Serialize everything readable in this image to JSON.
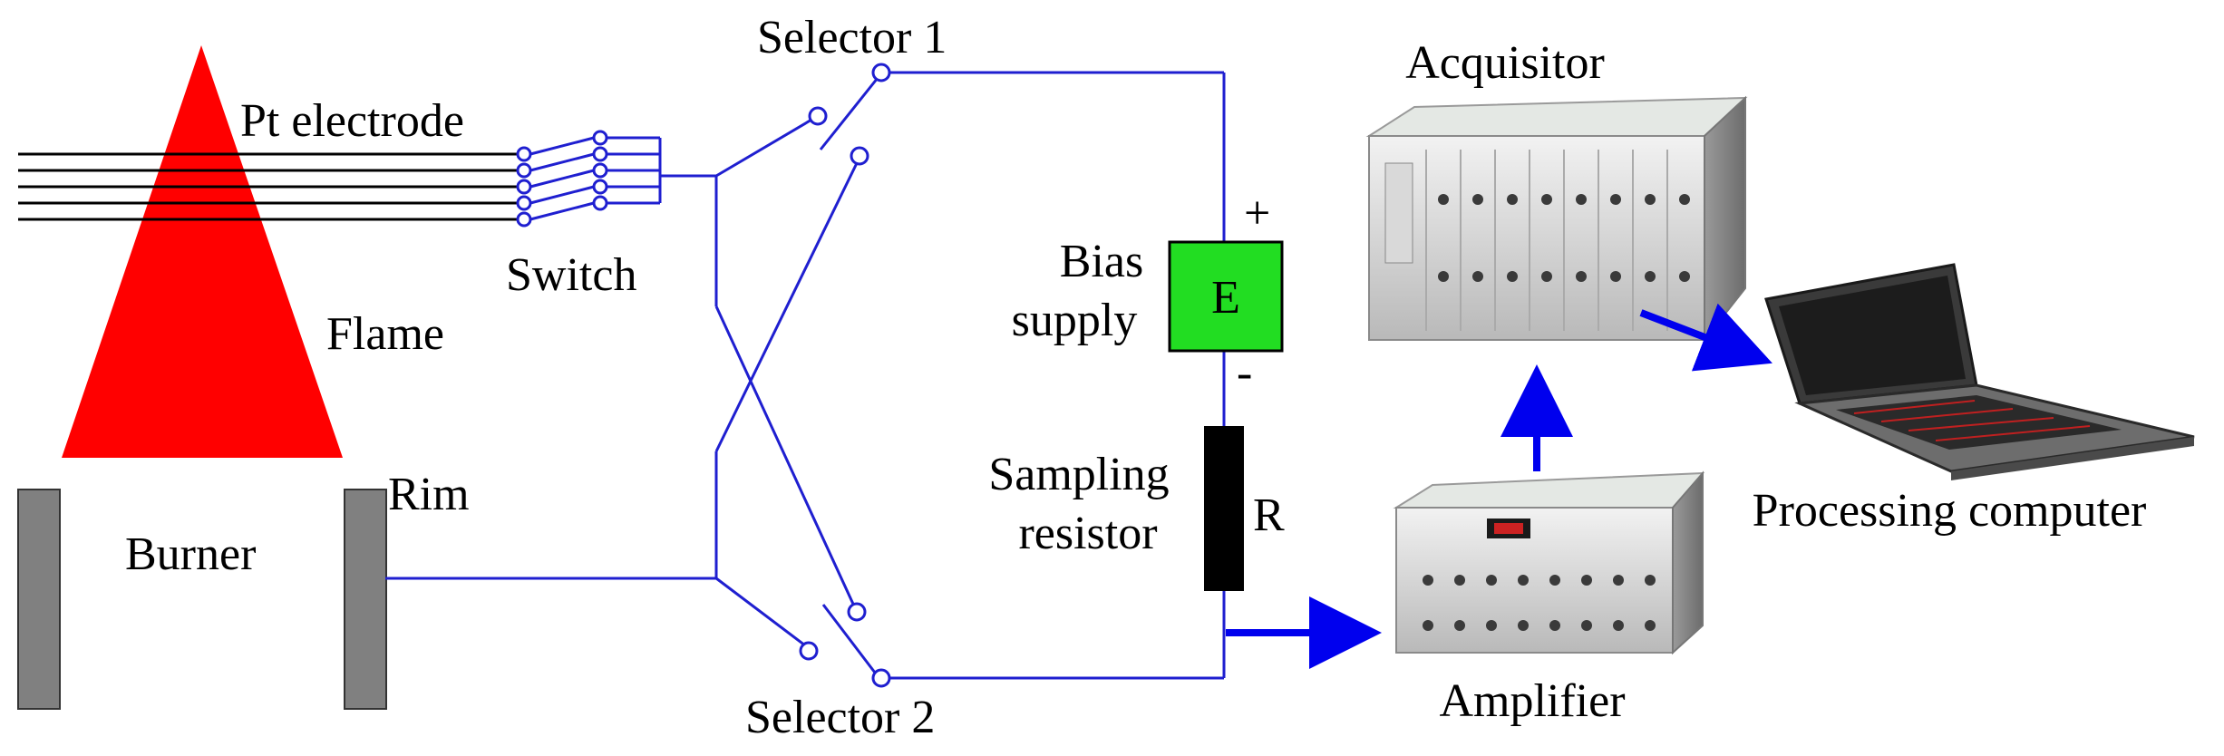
{
  "labels": {
    "pt_electrode": "Pt electrode",
    "switch": "Switch",
    "flame": "Flame",
    "rim": "Rim",
    "burner": "Burner",
    "selector1": "Selector 1",
    "selector2": "Selector 2",
    "bias_line1": "Bias",
    "bias_line2": "supply",
    "bias_symbol": "E",
    "plus": "+",
    "minus": "-",
    "sampling_line1": "Sampling",
    "sampling_line2": "resistor",
    "resistor_symbol": "R",
    "acquisitor": "Acquisitor",
    "amplifier": "Amplifier",
    "processing_computer": "Processing computer"
  },
  "colors": {
    "flame": "#ff0000",
    "burner": "#808080",
    "wire": "#1f1fd0",
    "bias_supply": "#22dd22",
    "resistor": "#000000",
    "signal_arrow": "#0000ee"
  },
  "icons": {
    "acquisitor": "data-acquisition-chassis-icon",
    "amplifier": "amplifier-chassis-icon",
    "computer": "laptop-icon"
  }
}
